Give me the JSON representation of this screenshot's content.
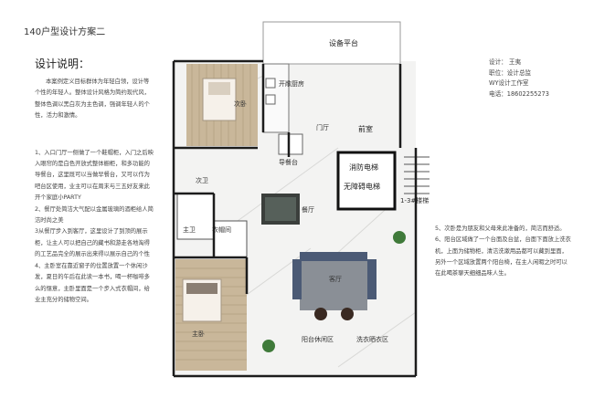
{
  "title": "140户型设计方案二",
  "section_title": "设计说明：",
  "left_paragraphs": [
    "本案例定义目标群体为年轻白领，设计等个性的年轻人。整体设计风格为简约现代风，整体色调以黑白灰为主色调，强调年轻人的个性，活力和激情。",
    "1、入口门厅一侧做了一个鞋帽柜，入门之后映入眼帘的是白色开放式整体橱柜，和多功能的导餐台，这里既可以当做早餐台，又可以作为吧台区使用，业主可以在周末与三五好友来此开个家庭小PARTY",
    "2、餐厅处简洁大气配以金属玻璃的酒柜给人简洁时尚之美",
    "3从餐厅步入到客厅，这里设计了到顶的展示柜，让主人可以把自己的藏书和游走各地淘得的工艺品完全的展示出来得以展示自己的个性",
    "4、主卧室在靠近窗子的位置放置一个休闲沙发，夏日的午后在此读一本书，喝一杯咖啡多么的惬意，主卧里面是一个步入式衣帽间，给业主充分的储物空间。"
  ],
  "credits": {
    "designer": "设计：  王夷",
    "position": "职位：设计总监",
    "studio": "WY设计工作室",
    "phone": "电话：18602255273"
  },
  "right_paragraphs": [
    "5、次卧是为朋友和父母来此准备的，简洁而舒适。",
    "6、阳台区域做了一个台面及台盆，台面下面放上洗衣机，上面为储物柜，清洁洗漱用品都可以藏到里面，另外一个区域放置两个阳台椅，在主人闲暇之时可以在此喝茶聊天细细品味人生。"
  ],
  "plan_labels": {
    "equipment_platform": "设备平台",
    "secondary_bedroom": "次卧",
    "open_kitchen": "开敞厨房",
    "foyer": "门厅",
    "front_room": "前室",
    "guide_table": "导餐台",
    "fire_elevator": "消防电梯",
    "barrier_free_elevator": "无障碍电梯",
    "stairs": "1-3#楼梯",
    "secondary_bath": "次卫",
    "dining": "餐厅",
    "master_bath": "主卫",
    "walk_in_closet": "衣帽间",
    "living": "客厅",
    "master_bedroom": "主卧",
    "balcony_leisure": "阳台休闲区",
    "laundry_area": "洗衣晒衣区"
  },
  "colors": {
    "wall": "#1c1c1c",
    "wood": "#c9b79a",
    "rug_grey": "#8a8f96",
    "sofa_blue": "#4b5a75",
    "dark_chair": "#3a2a22",
    "plant_green": "#3f7a3a"
  }
}
